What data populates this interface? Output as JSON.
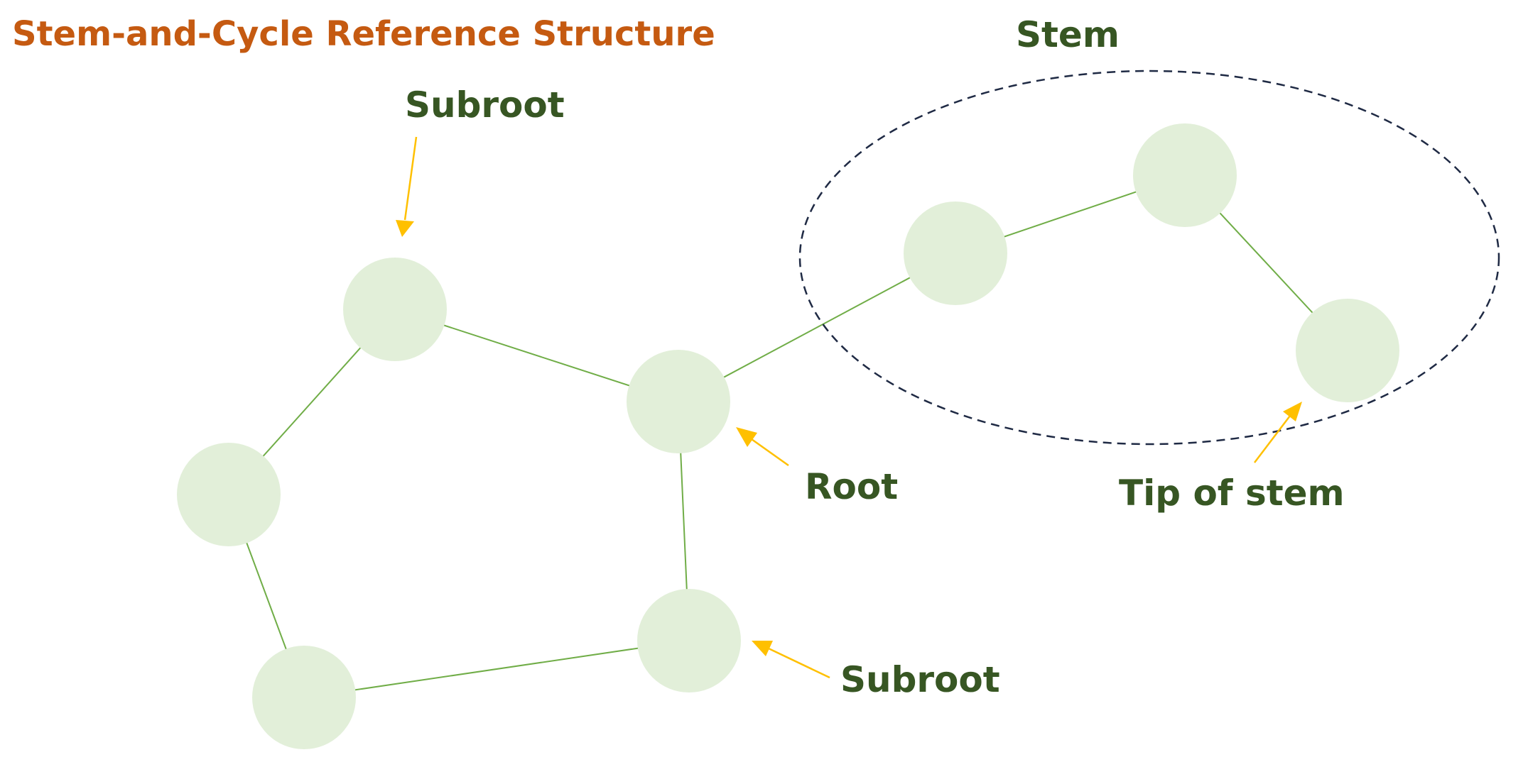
{
  "title": "Stem-and-Cycle Reference Structure",
  "labels": {
    "stem": "Stem",
    "subroot_top": "Subroot",
    "root": "Root",
    "tip": "Tip of stem",
    "subroot_bottom": "Subroot"
  },
  "colors": {
    "title": "#c55a11",
    "label": "#375623",
    "node_fill": "#e2efd9",
    "edge": "#70ad47",
    "pointer": "#ffc000",
    "stem_outline": "#1f2a44"
  }
}
